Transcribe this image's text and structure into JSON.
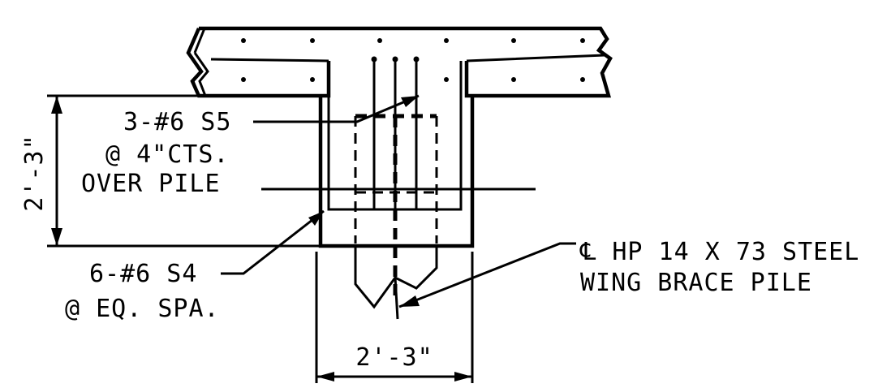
{
  "drawing": {
    "callouts": {
      "top_bars": [
        "3-#6 S5",
        "@ 4\"CTS.",
        "OVER PILE"
      ],
      "stirrups": [
        "6-#6 S4",
        "@ EQ. SPA."
      ],
      "pile": [
        "℄ HP 14 X 73 STEEL",
        "WING BRACE PILE"
      ]
    },
    "dimensions": {
      "vertical": "2'-3\"",
      "horizontal": "2'-3\""
    }
  }
}
